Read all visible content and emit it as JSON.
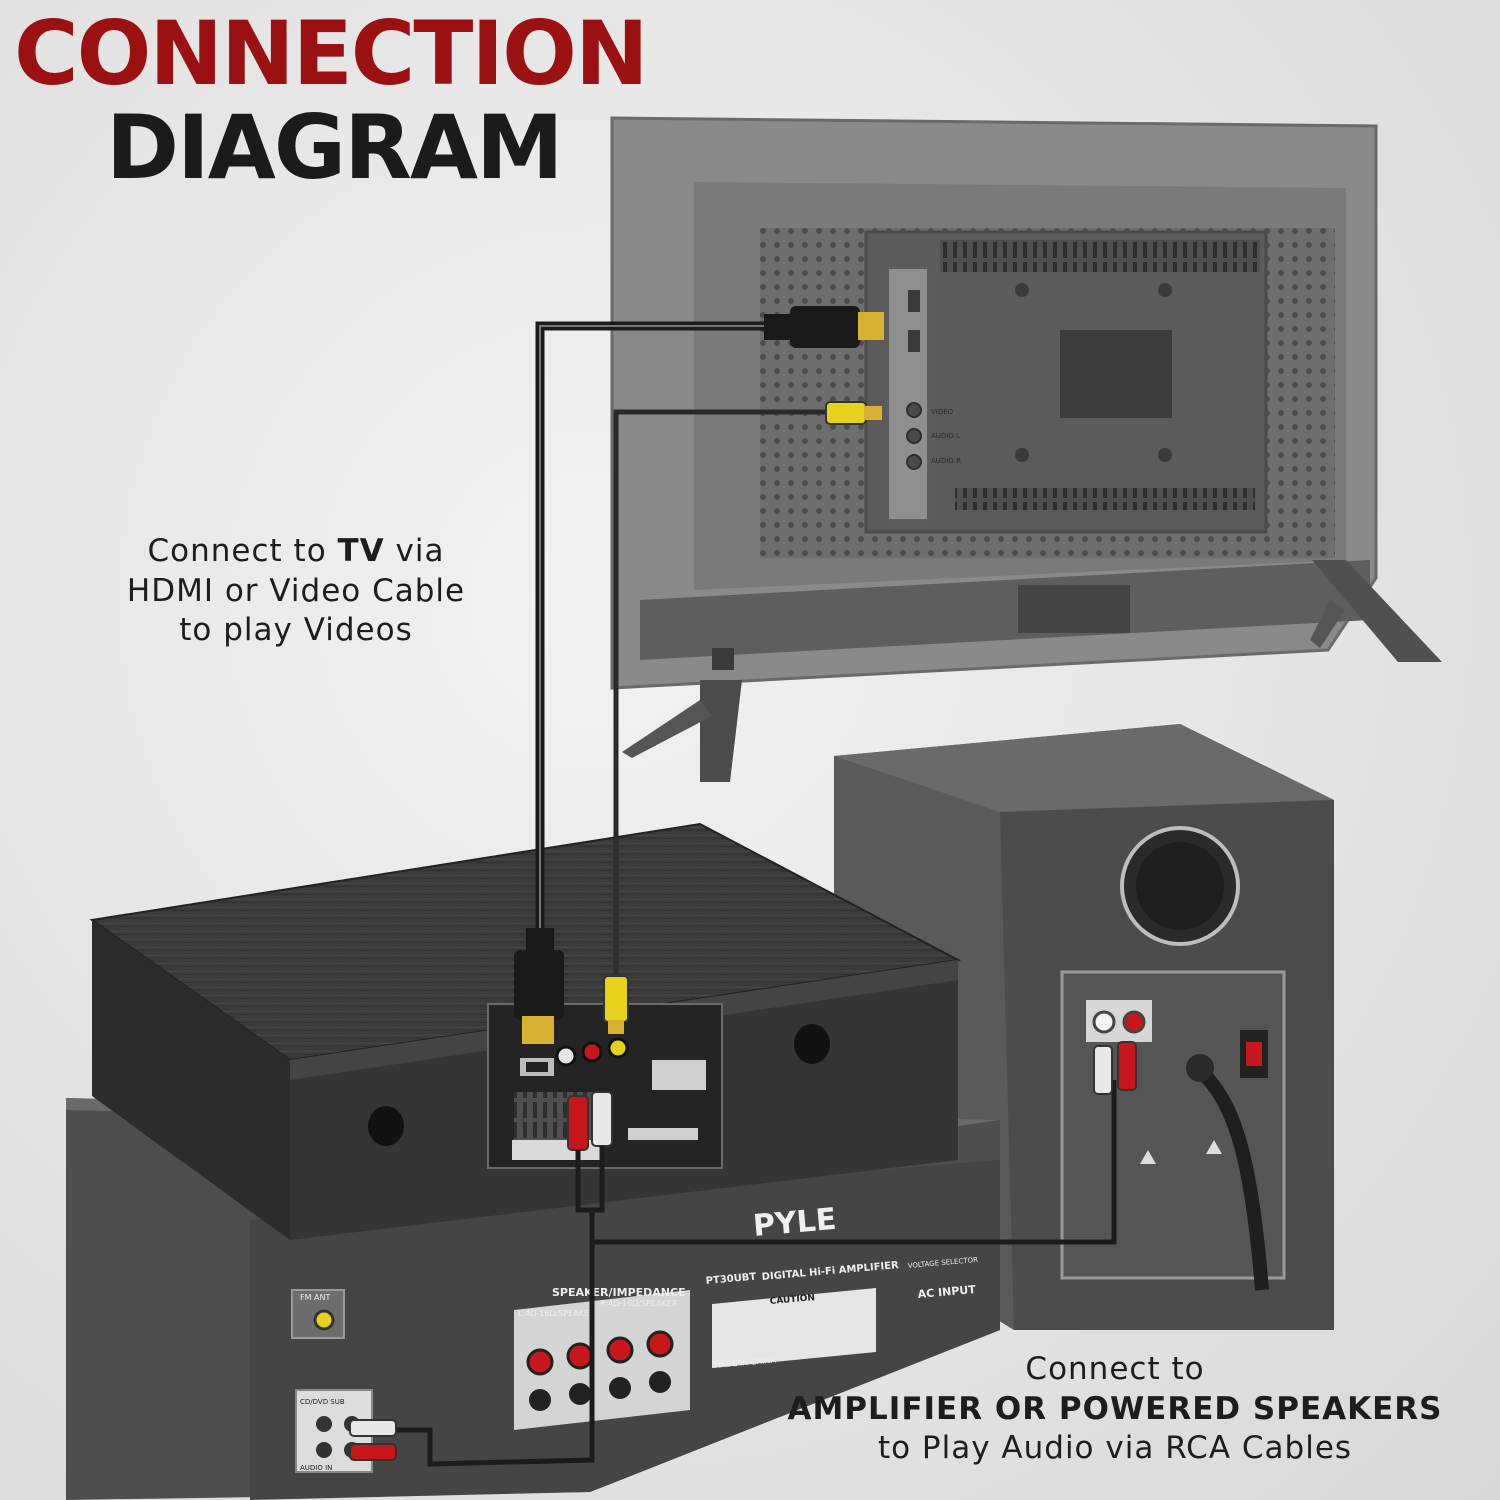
{
  "title": {
    "line1": "CONNECTION",
    "line2": "DIAGRAM"
  },
  "caption_tv": {
    "line1_a": "Connect to ",
    "line1_b": "TV",
    "line1_c": " via",
    "line2": "HDMI or Video Cable",
    "line3": "to play Videos"
  },
  "caption_audio": {
    "line1": "Connect to",
    "line2": "AMPLIFIER OR POWERED SPEAKERS",
    "line3": "to Play Audio via RCA Cables"
  },
  "tv_panel": {
    "video": "VIDEO",
    "audio_l": "AUDIO L",
    "audio_r": "AUDIO R"
  },
  "amplifier": {
    "brand": "PYLE",
    "model": "PT30UBT",
    "description": "DIGITAL Hi-Fi AMPLIFIER",
    "fm_ant": "FM ANT",
    "speaker_impedance": "SPEAKER/IMPEDANCE",
    "speaker_left_spec": "L:4Ω-16Ω/SPEAKER",
    "speaker_right_spec": "R:4Ω-16Ω/SPEAKER",
    "caution": "CAUTION",
    "ac_input": "AC INPUT",
    "voltage_selector": "VOLTAGE SELECTOR",
    "made_in": "MADE IN CHINA",
    "cd_dvd_sub": "CD/DVD  SUB",
    "audio_in": "AUDIO IN"
  },
  "colors": {
    "title_red": "#9b1111",
    "title_dark": "#1b1b1b",
    "rca_yellow": "#e6d21a",
    "rca_red": "#c8161d",
    "hdmi_gold": "#d8b032"
  }
}
